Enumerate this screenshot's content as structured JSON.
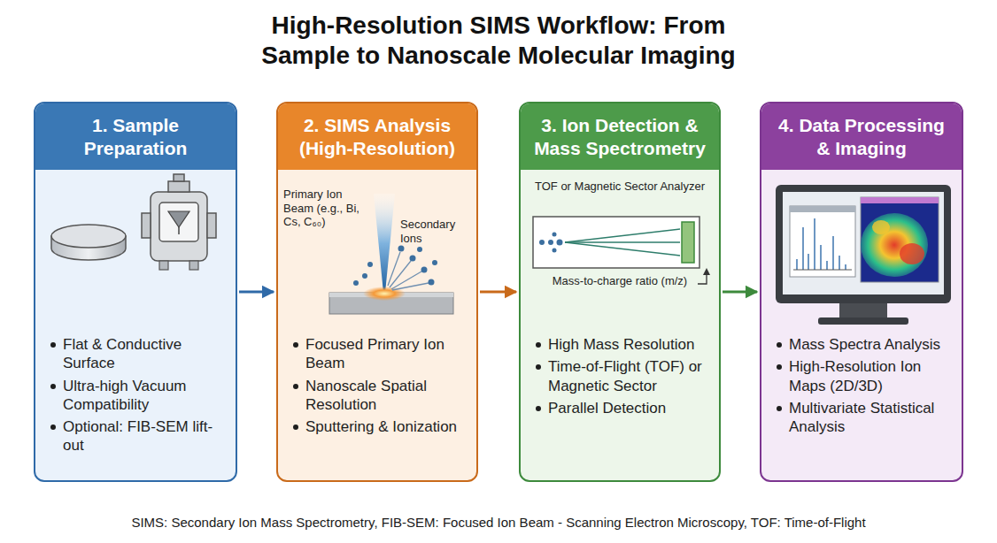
{
  "diagram": {
    "title": "High-Resolution SIMS Workflow: From Sample to Nanoscale Molecular Imaging",
    "caption": "SIMS: Secondary Ion Mass Spectrometry, FIB-SEM: Focused Ion Beam - Scanning Electron Microscopy, TOF: Time-of-Flight",
    "nodes": [
      {
        "text": [
          "1. Sample Preparation",
          "Flat & Conductive Surface",
          "Ultra-high Vacuum Compatibility",
          "Optional: FIB-SEM lift-out"
        ]
      },
      {
        "text": [
          "2. SIMS Analysis (High-Resolution)",
          "Focused Primary Ion Beam",
          "Nanoscale Spatial Resolution",
          "Sputtering & Ionization"
        ]
      },
      {
        "text": [
          "3. Ion Detection & Mass Spectrometry",
          "High Mass Resolution",
          "Time-of-Flight (TOF) or Magnetic Sector",
          "Parallel Detection"
        ]
      },
      {
        "text": [
          "4. Data Processing & Imaging",
          "Mass Spectra Analysis",
          "High-Resolution Ion Maps (2D/3D)",
          "Multivariate Statistical Analysis"
        ]
      }
    ],
    "edges": [
      {
        "from": 0,
        "to": 1,
        "arrow": "to"
      },
      {
        "from": 1,
        "to": 2,
        "arrow": "to"
      },
      {
        "from": 2,
        "to": 3,
        "arrow": "to"
      }
    ],
    "labels": [
      "Primary Ion Beam (e.g., Bi, Cs, C₆₀)",
      "Secondary Ions",
      "TOF or Magnetic Sector Analyzer",
      "Mass-to-charge ratio (m/z)"
    ]
  }
}
